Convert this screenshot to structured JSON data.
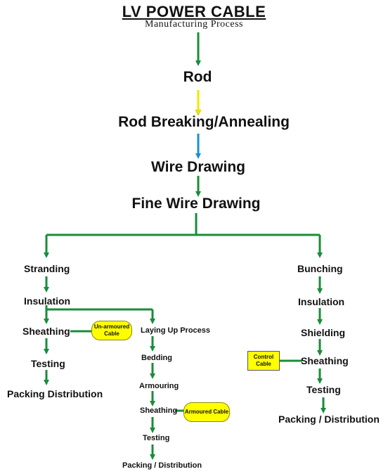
{
  "title": "LV POWER CABLE",
  "subtitle": "Manufacturing Process",
  "main_steps": [
    "Rod",
    "Rod Breaking/Annealing",
    "Wire Drawing",
    "Fine Wire Drawing"
  ],
  "left_branch": {
    "steps": [
      "Stranding",
      "Insulation",
      "Sheathing",
      "Testing",
      "Packing Distribution"
    ],
    "badge": "Un-armoured Cable"
  },
  "middle_branch": {
    "steps": [
      "Laying Up Process",
      "Bedding",
      "Armouring",
      "Sheathing",
      "Testing",
      "Packing / Distribution"
    ],
    "badge": "Armoured Cable"
  },
  "right_branch": {
    "steps": [
      "Bunching",
      "Insulation",
      "Shielding",
      "Sheathing",
      "Testing",
      "Packing / Distribution"
    ],
    "badge": "Control Cable"
  },
  "colors": {
    "line": "#1a8c3a",
    "yellow_arrow": "#f2e600",
    "blue_arrow": "#1a8fd6",
    "badge_fill": "#ffff00"
  }
}
